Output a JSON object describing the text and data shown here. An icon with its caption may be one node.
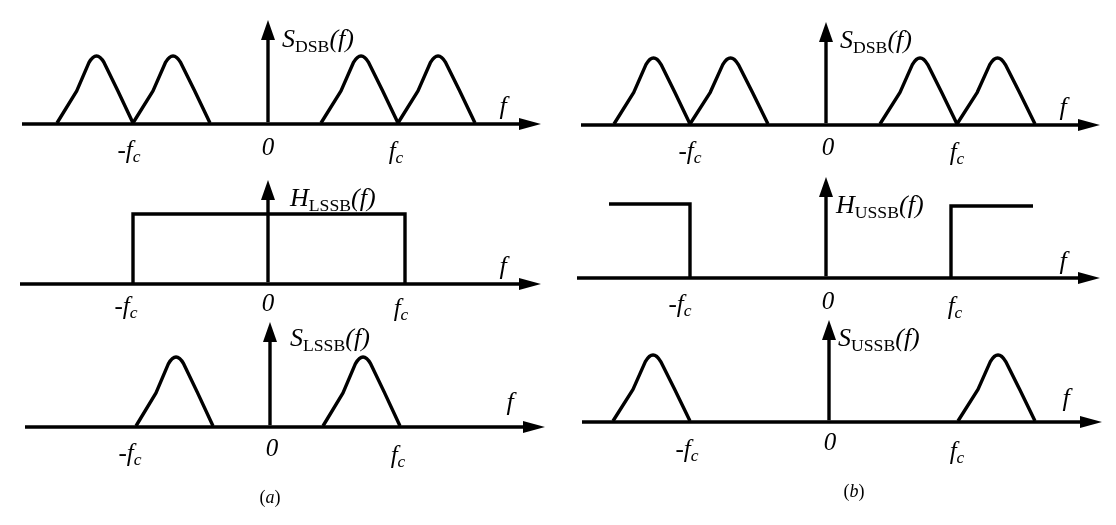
{
  "diagram": {
    "labels": [
      "S$_{DSB}$(f)",
      "f",
      "-f$_{c}$",
      "0",
      "f$_{c}$",
      "H$_{LSSB}$(f)",
      "f",
      "-f$_{c}$",
      "0",
      "f$_{c}$",
      "S$_{LSSB}$(f)",
      "f",
      "-f$_{c}$",
      "0",
      "f$_{c}$",
      "(*a*)",
      "S$_{DSB}$(f)",
      "f",
      "-f$_{c}$",
      "0",
      "f$_{c}$",
      "H$_{USSB}$(f)",
      "f",
      "-f$_{c}$",
      "0",
      "f$_{c}$",
      "S$_{USSB}$(f)",
      "f",
      "-f$_{c}$",
      "0",
      "f$_{c}$",
      "(*b*)"
    ]
  }
}
